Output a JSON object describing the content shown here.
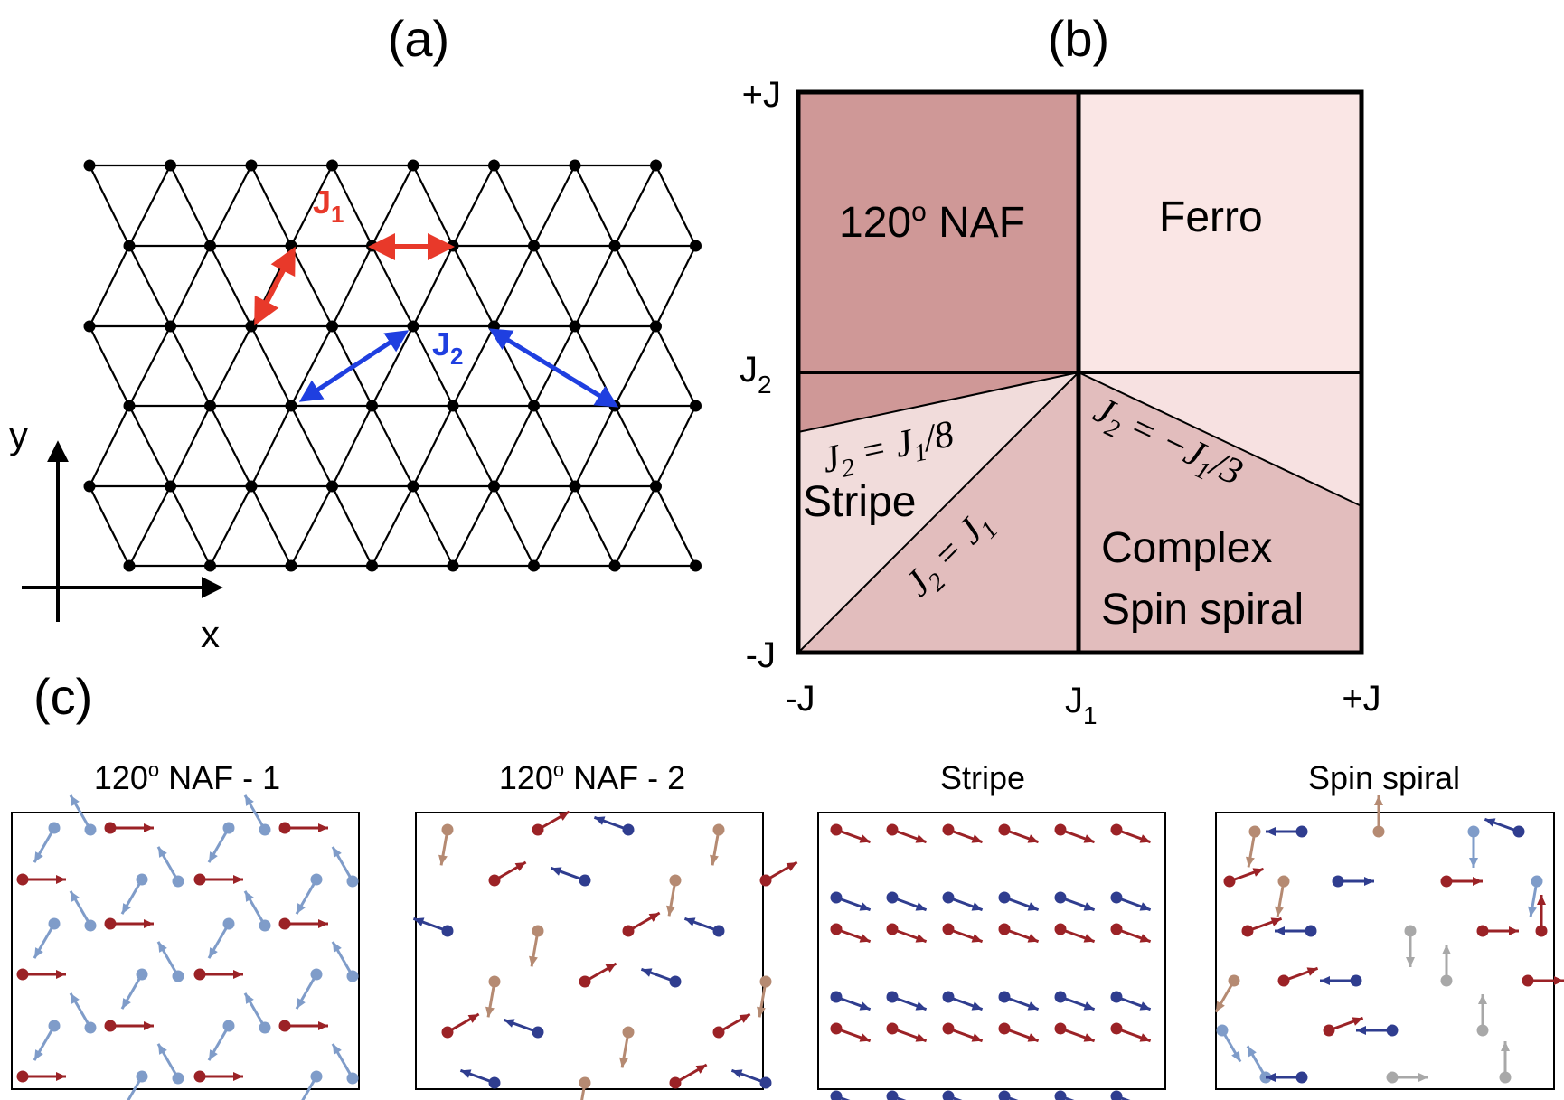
{
  "panel_a": {
    "label": "(a)",
    "j1_label": "J",
    "j1_sub": "1",
    "j2_label": "J",
    "j2_sub": "2",
    "axis_y": "y",
    "axis_x": "x",
    "colors": {
      "lattice": "#000000",
      "j1": "#e8392a",
      "j2": "#1f3fe0"
    }
  },
  "panel_b": {
    "label": "(b)",
    "y_top": "+J",
    "y_mid": "J",
    "y_mid_sub": "2",
    "y_bottom": "-J",
    "x_left": "-J",
    "x_mid": "J",
    "x_mid_sub": "1",
    "x_right": "+J",
    "regions": {
      "naf": {
        "text": "120",
        "sup": "o",
        "rest": " NAF"
      },
      "ferro": "Ferro",
      "stripe": "Stripe",
      "complex_1": "Complex",
      "complex_2": "Spin spiral"
    },
    "equations": {
      "eq1_a": "J",
      "eq1_a_sub": "2",
      "eq1_b": " = J",
      "eq1_b_sub": "1",
      "eq1_c": "/8",
      "eq2_a": "J",
      "eq2_a_sub": "2",
      "eq2_b": " = J",
      "eq2_b_sub": "1",
      "eq3_a": "J",
      "eq3_a_sub": "2",
      "eq3_b": " = −J",
      "eq3_b_sub": "1",
      "eq3_c": "/3"
    },
    "colors": {
      "naf": "#cf9897",
      "ferro": "#fae6e5",
      "stripe": "#f1dcdb",
      "complex": "#e2bdbd",
      "complex_upper": "#f7e1e1"
    }
  },
  "panel_c": {
    "label": "(c)",
    "titles": [
      {
        "main": "120",
        "sup": "o",
        "rest": " NAF - 1"
      },
      {
        "main": "120",
        "sup": "o",
        "rest": " NAF - 2"
      },
      {
        "main": "Stripe",
        "sup": "",
        "rest": ""
      },
      {
        "main": "Spin spiral",
        "sup": "",
        "rest": ""
      }
    ],
    "colors": {
      "red": "#9b2226",
      "blue": "#2f3d8f",
      "lightblue": "#7f9cc9",
      "tan": "#b58a72",
      "gray": "#a8a8a8"
    }
  }
}
